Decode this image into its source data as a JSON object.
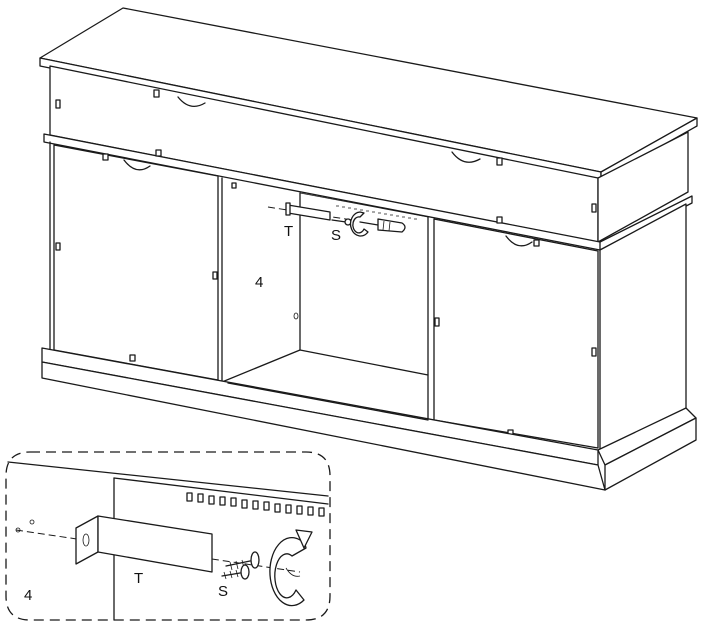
{
  "labels": {
    "bracket": "T",
    "screw": "S",
    "panel": "4",
    "detail_bracket": "T",
    "detail_screw": "S",
    "detail_panel": "4"
  },
  "colors": {
    "line": "#1a1a1a",
    "background": "#ffffff"
  },
  "icons": [
    "screwdriver-icon",
    "rotation-arrow-icon",
    "bracket-icon",
    "screw-icon"
  ]
}
